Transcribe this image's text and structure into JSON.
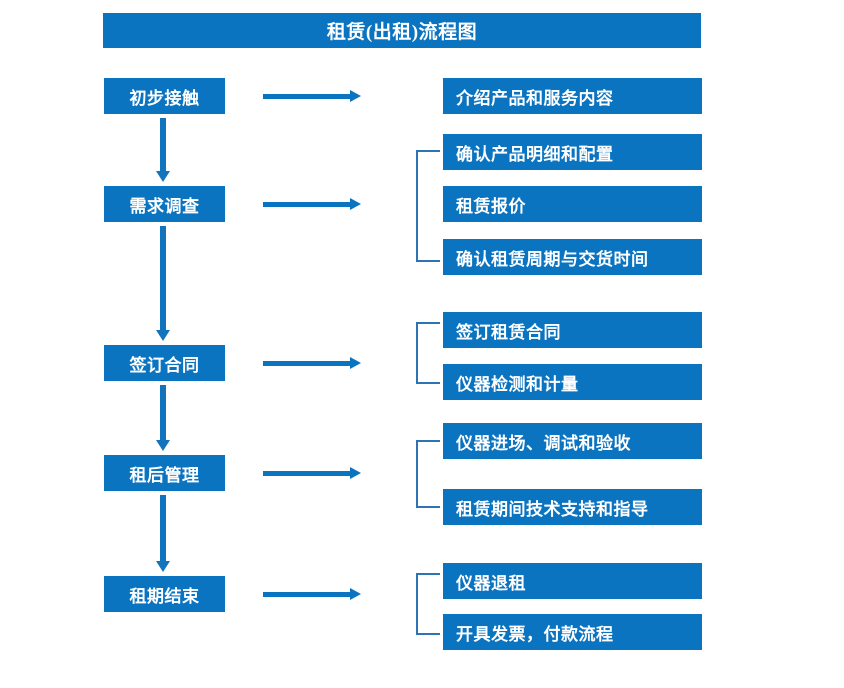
{
  "title": "租赁(出租)流程图",
  "colors": {
    "box_fill": "#0B74C0",
    "box_text": "#FFFFFF",
    "arrow": "#0B74C0",
    "bracket": "#2E74B5",
    "background": "#FFFFFF"
  },
  "stages": [
    {
      "label": "初步接触"
    },
    {
      "label": "需求调查"
    },
    {
      "label": "签订合同"
    },
    {
      "label": "租后管理"
    },
    {
      "label": "租期结束"
    }
  ],
  "details": [
    {
      "label": "介绍产品和服务内容"
    },
    {
      "label": "确认产品明细和配置"
    },
    {
      "label": "租赁报价"
    },
    {
      "label": "确认租赁周期与交货时间"
    },
    {
      "label": "签订租赁合同"
    },
    {
      "label": "仪器检测和计量"
    },
    {
      "label": "仪器进场、调试和验收"
    },
    {
      "label": "租赁期间技术支持和指导"
    },
    {
      "label": "仪器退租"
    },
    {
      "label": "开具发票，付款流程"
    }
  ],
  "brackets": [
    {
      "name": "requirement-group"
    },
    {
      "name": "contract-group"
    },
    {
      "name": "post-rental-group"
    },
    {
      "name": "closing-group"
    }
  ],
  "arrows": {
    "horizontal": [
      {
        "name": "arrow-initial-contact"
      },
      {
        "name": "arrow-requirement-survey"
      },
      {
        "name": "arrow-sign-contract"
      },
      {
        "name": "arrow-post-rental"
      },
      {
        "name": "arrow-lease-end"
      }
    ],
    "vertical": [
      {
        "name": "arrow-stage-1-to-2"
      },
      {
        "name": "arrow-stage-2-to-3"
      },
      {
        "name": "arrow-stage-3-to-4"
      },
      {
        "name": "arrow-stage-4-to-5"
      }
    ]
  }
}
